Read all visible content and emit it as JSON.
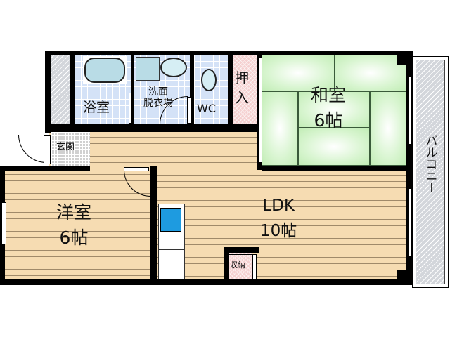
{
  "floorplan": {
    "rooms": {
      "bath": {
        "label": "浴室"
      },
      "washroom": {
        "label_line1": "洗面",
        "label_line2": "脱衣場"
      },
      "toilet": {
        "label": "WC"
      },
      "closet": {
        "label_line1": "押",
        "label_line2": "入"
      },
      "japanese_room": {
        "label_line1": "和室",
        "label_line2": "6帖"
      },
      "entrance": {
        "label": "玄関"
      },
      "western_room": {
        "label_line1": "洋室",
        "label_line2": "6帖"
      },
      "ldk": {
        "label_line1": "LDK",
        "label_line2": "10帖"
      },
      "storage": {
        "label": "収納"
      },
      "balcony": {
        "label": "バルコニー"
      }
    },
    "colors": {
      "wood_floor": "#f6dcb2",
      "tile": "#d4e2f7",
      "tatami": "#c2edb6",
      "closet": "#f5d0d0",
      "balcony": "#d3d6db",
      "sink": "#1e9be0",
      "bath_tub": "#b9dce6"
    }
  }
}
